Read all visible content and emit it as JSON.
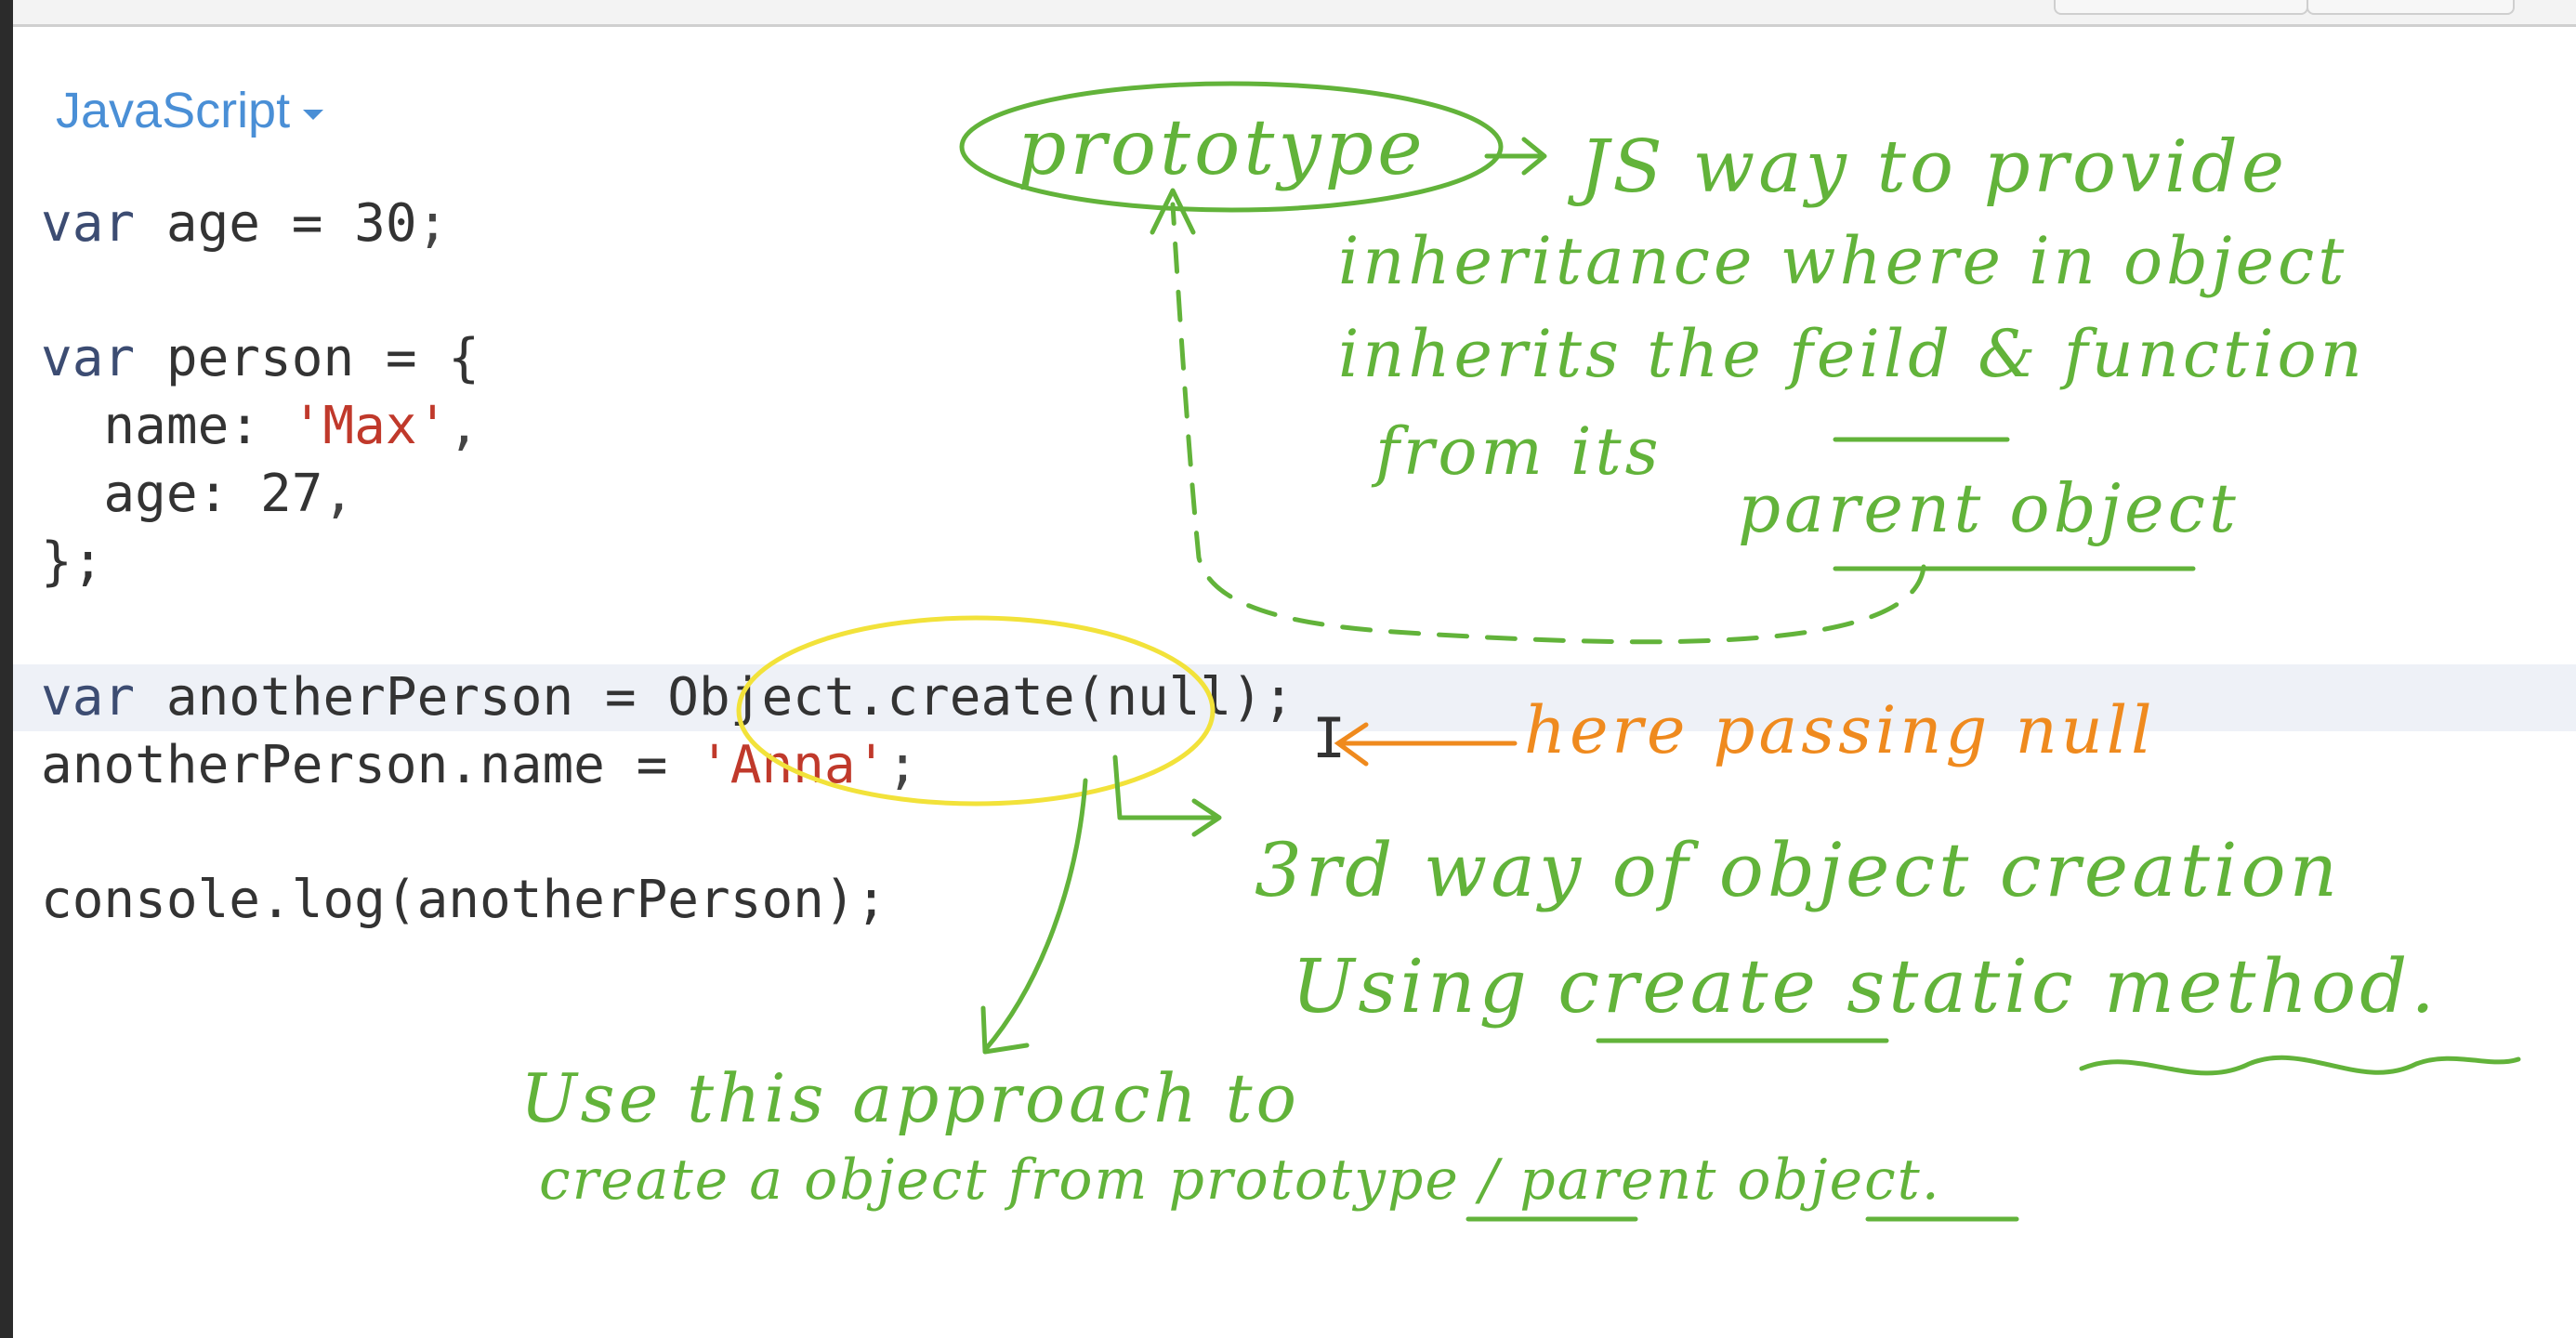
{
  "language_selector": {
    "label": "JavaScript"
  },
  "code": {
    "l1": {
      "kw": "var",
      "rest": " age = ",
      "num": "30",
      "end": ";"
    },
    "l2": {
      "kw": "var",
      "rest": " person = {"
    },
    "l3": {
      "key": "  name: ",
      "str": "'Max'",
      "end": ","
    },
    "l4": {
      "key": "  age: ",
      "num": "27",
      "end": ","
    },
    "l5": {
      "text": "};"
    },
    "l6": {
      "kw": "var",
      "rest": " anotherPerson = Object.create(null);"
    },
    "l7": {
      "rest": "anotherPerson.name = ",
      "str": "'Anna'",
      "end": ";"
    },
    "l8": {
      "text": "console.log(anotherPerson);"
    }
  },
  "annotations": {
    "prototype_word": "prototype",
    "prototype_def_1": "JS way to provide",
    "prototype_def_2": "inheritance where in object",
    "prototype_def_3": "inherits the feild & function",
    "prototype_def_4": "from its",
    "prototype_def_5": "parent object",
    "null_note": "here passing null",
    "create_note_1": "3rd way of object creation",
    "create_note_2": "Using create static method.",
    "approach_note_1": "Use this approach to",
    "approach_note_2": "create a object from prototype / parent object."
  },
  "colors": {
    "annotation_green": "#62b33a",
    "annotation_yellow": "#f2e23a",
    "annotation_orange": "#ef8a1e",
    "language_blue": "#4a8fd6",
    "string_red": "#c0392b",
    "keyword": "#3c4c72"
  }
}
